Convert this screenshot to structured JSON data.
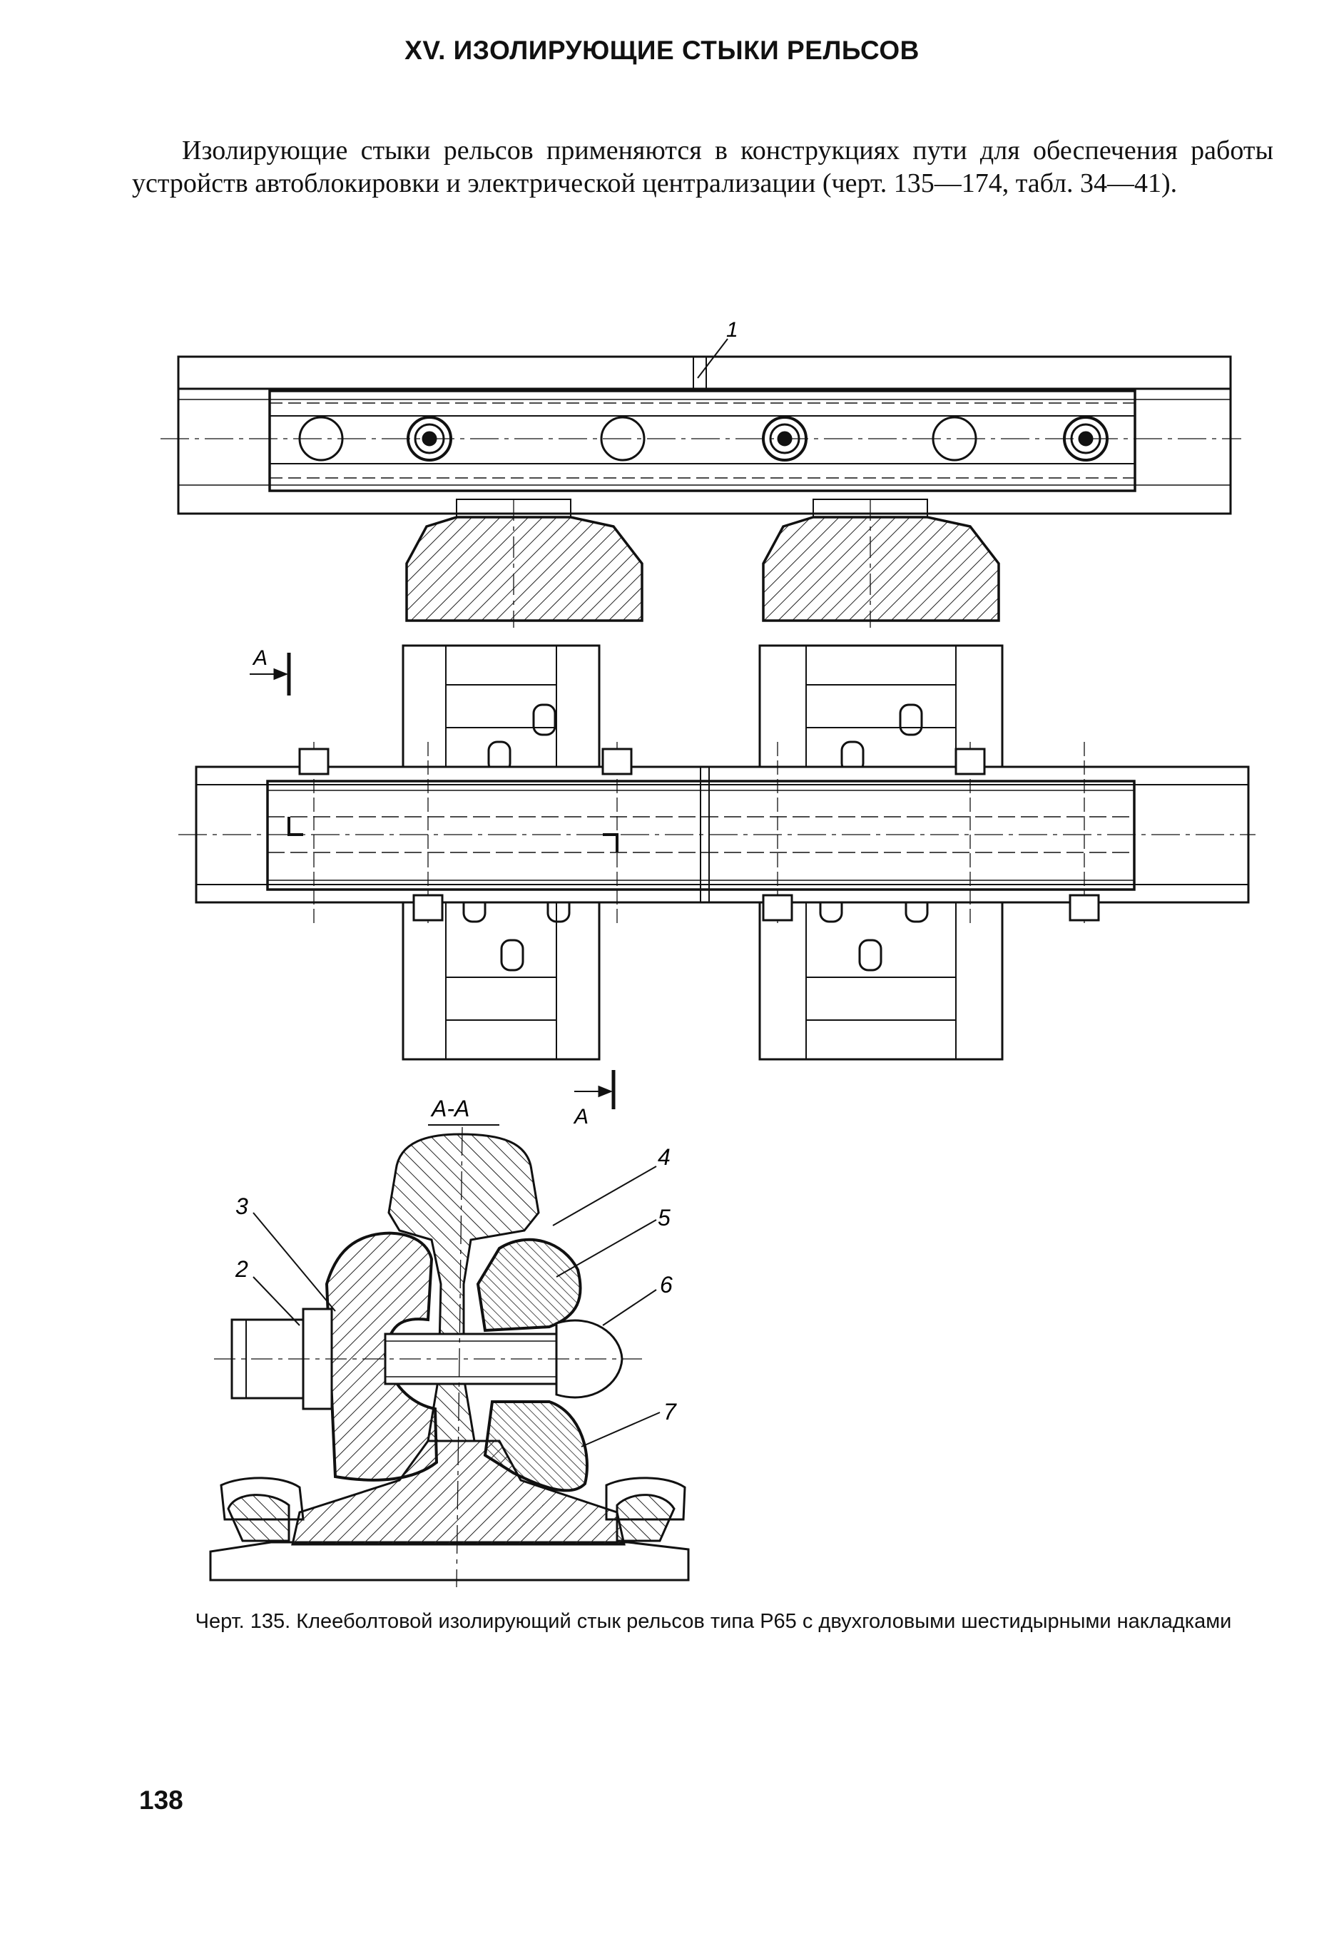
{
  "header": {
    "title": "XV. ИЗОЛИРУЮЩИЕ СТЫКИ РЕЛЬСОВ"
  },
  "intro": {
    "text": "Изолирующие стыки рельсов применяются в конструкциях пути для обеспечения работы устройств автоблокировки и электрической централизации (черт. 135—174, табл. 34—41)."
  },
  "figure": {
    "callouts": [
      "1",
      "2",
      "3",
      "4",
      "5",
      "6",
      "7"
    ],
    "section_mark": "А",
    "section_title": "А-А",
    "caption": "Черт. 135. Клееболтовой изолирующий стык рельсов типа Р65 с двухголовыми шестидырными накладками"
  },
  "footer": {
    "page_number": "138"
  }
}
